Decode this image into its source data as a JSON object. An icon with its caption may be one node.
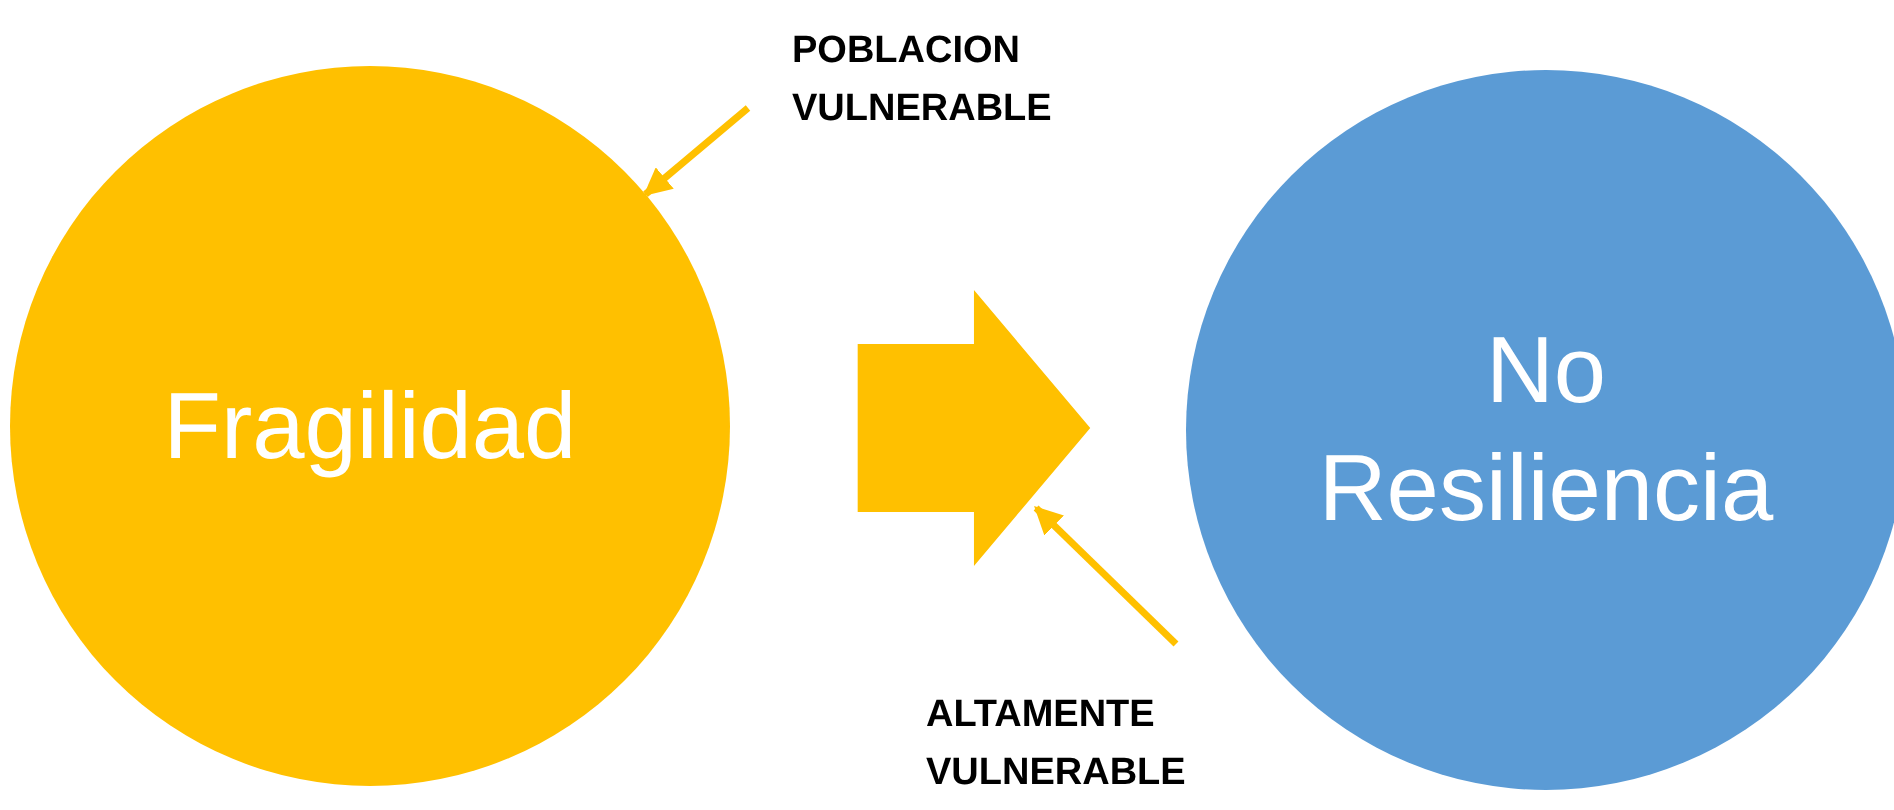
{
  "diagram": {
    "nodes": [
      {
        "text": [
          "Fragilidad"
        ]
      },
      {
        "text": [
          "No Resiliencia"
        ]
      },
      {
        "text": [
          "POBLACION VULNERABLE"
        ]
      },
      {
        "text": [
          "ALTAMENTE VULNERABLE"
        ]
      }
    ],
    "edges": [
      {
        "from": 0,
        "to": 1,
        "arrow": "to",
        "style": "thick",
        "color": "#ffc000"
      },
      {
        "from": 2,
        "to": 0,
        "arrow": "to",
        "color": "#ffc000"
      },
      {
        "from": 3,
        "to": null,
        "arrow": "to",
        "color": "#ffc000"
      }
    ]
  }
}
